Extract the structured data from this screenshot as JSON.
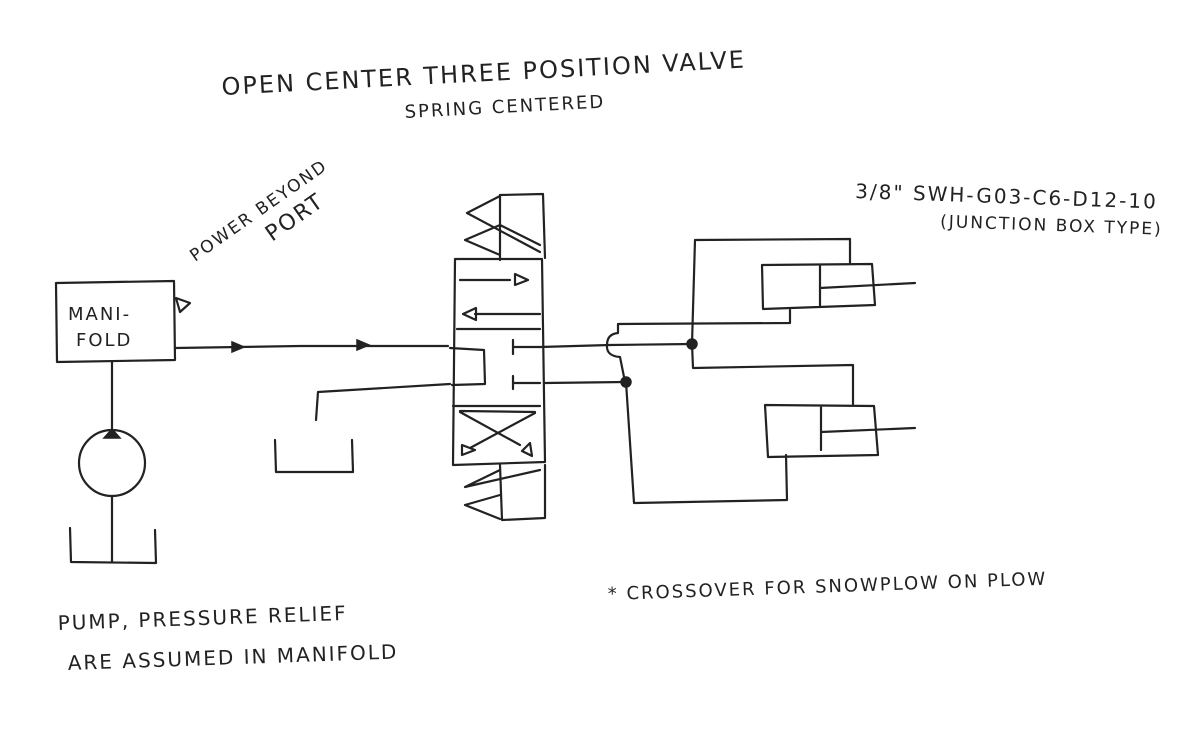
{
  "title": "OPEN CENTER THREE POSITION VALVE",
  "subtitle": "SPRING CENTERED",
  "power_beyond_label": [
    "POWER BEYOND",
    "PORT"
  ],
  "manifold_label": [
    "MANI-",
    "FOLD"
  ],
  "valve_part_number": "3/8\" SWH-G03-C6-D12-10",
  "valve_type": "(JUNCTION BOX TYPE)",
  "crossover_note": "* CROSSOVER FOR SNOWPLOW ON PLOW",
  "footnote": [
    "PUMP, PRESSURE RELIEF",
    "ARE ASSUMED IN MANIFOLD"
  ]
}
